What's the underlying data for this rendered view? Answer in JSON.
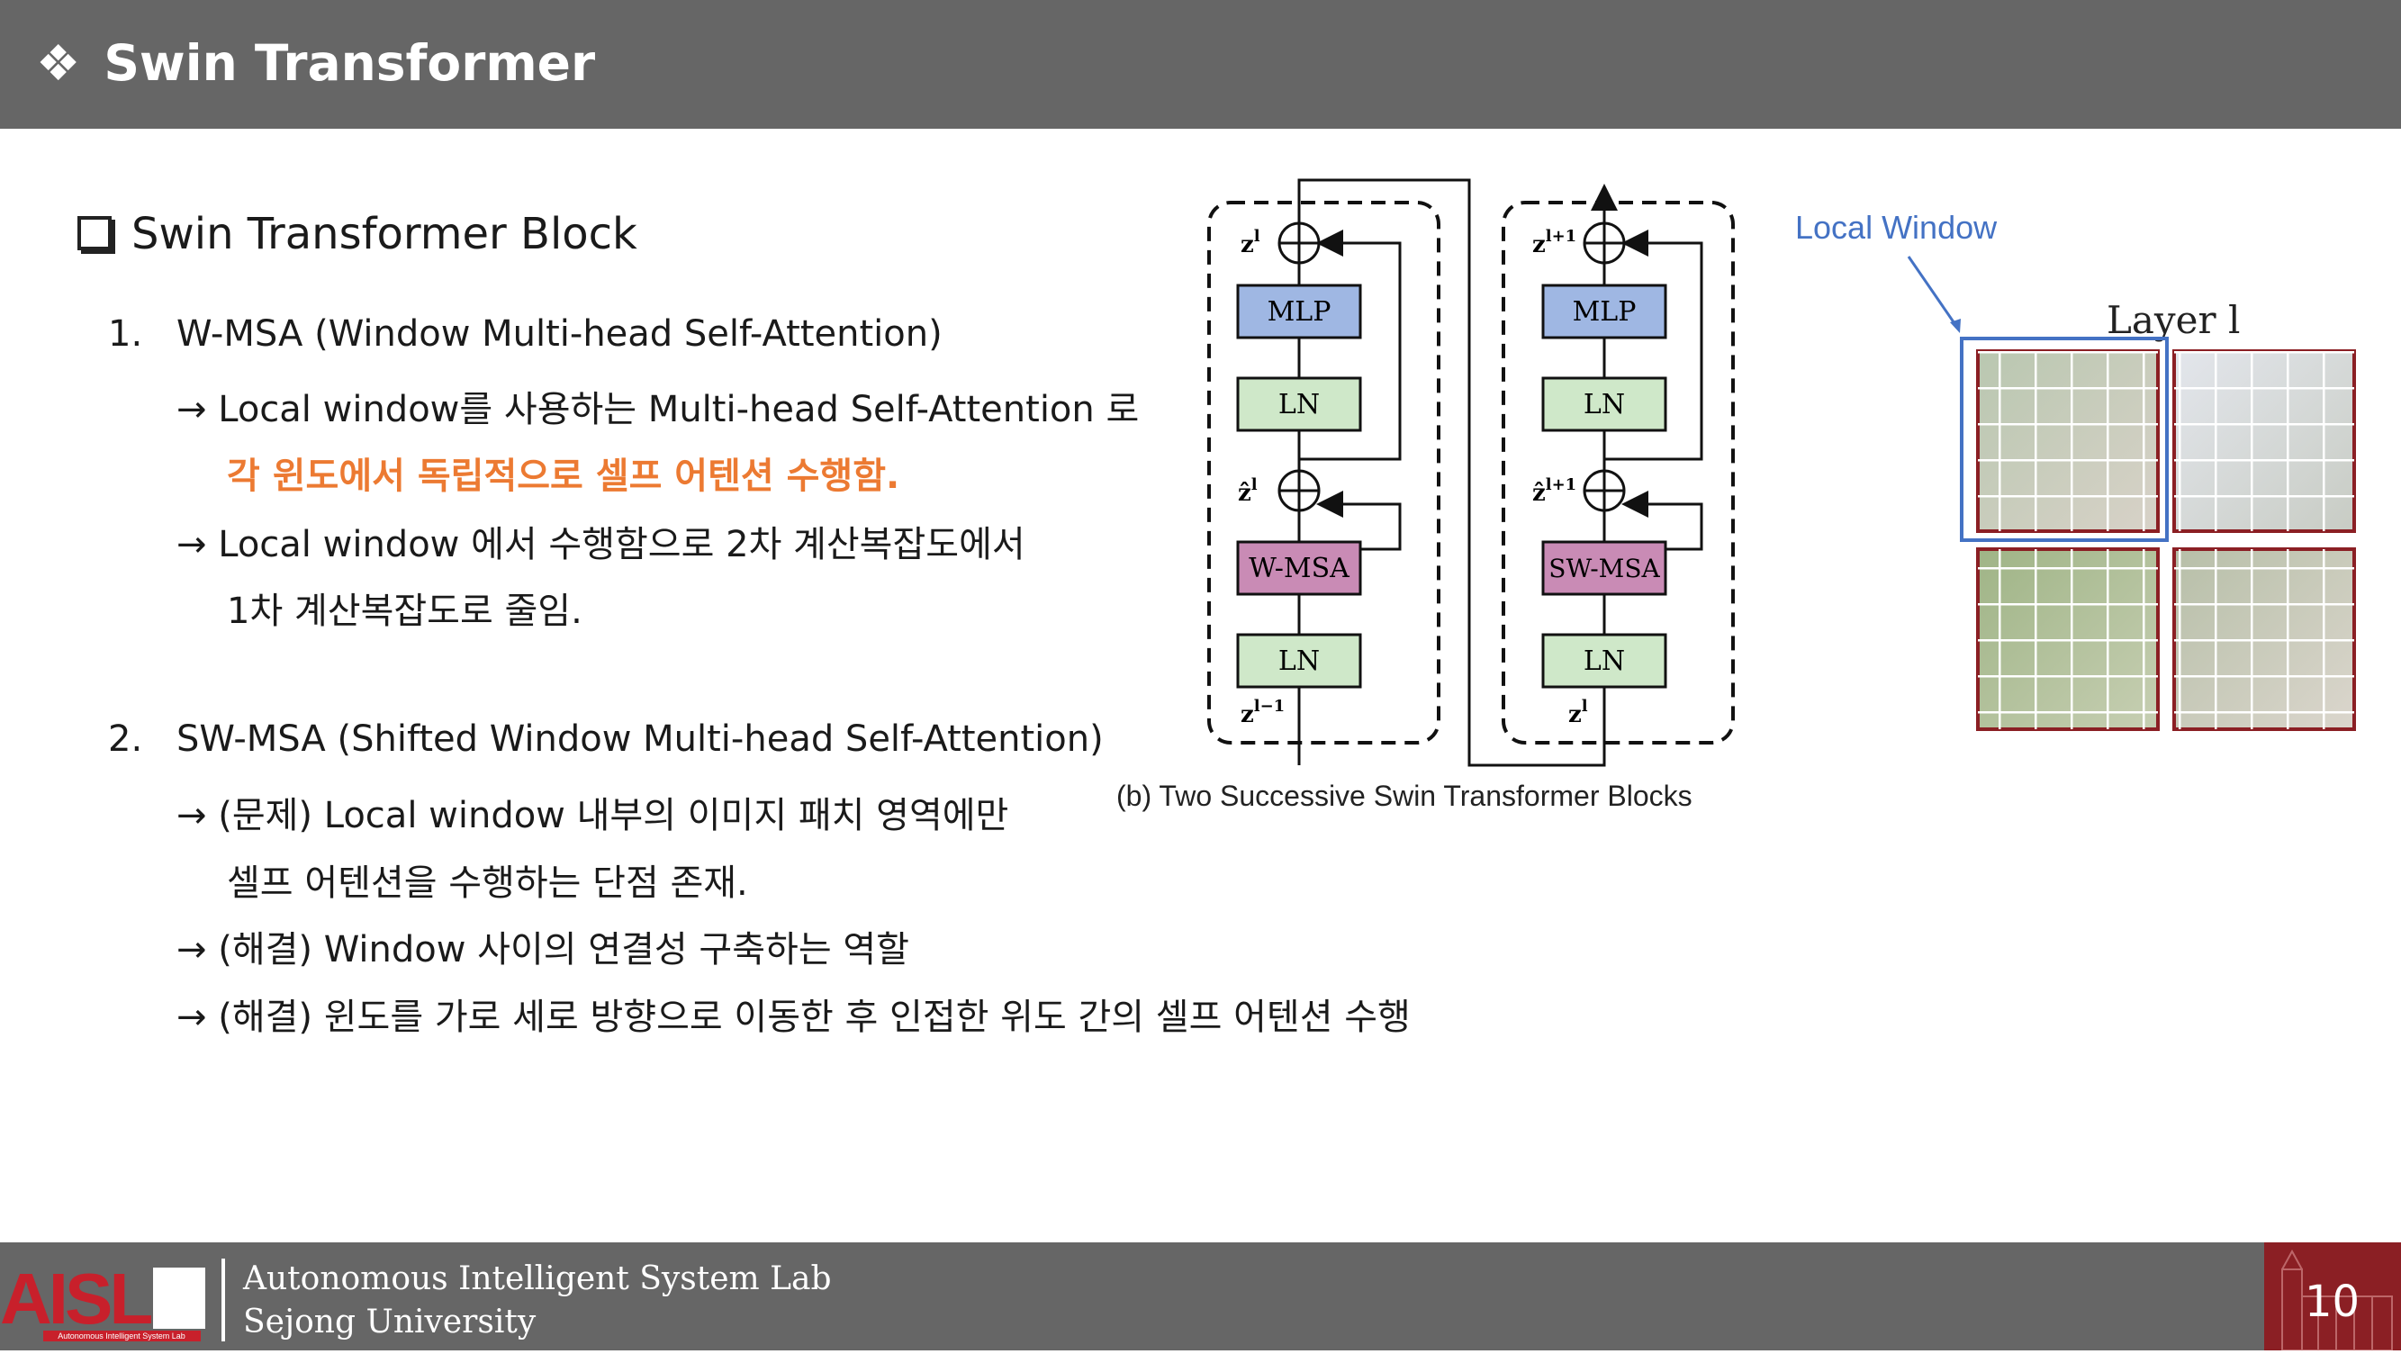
{
  "header": {
    "bullet": "❖",
    "title": "Swin Transformer"
  },
  "section": {
    "title": "Swin Transformer Block"
  },
  "items": [
    {
      "number": "1.",
      "heading": "W-MSA (Window Multi-head Self-Attention)",
      "lines": [
        "→ Local window를 사용하는 Multi-head Self-Attention 로",
        "각 윈도에서 독립적으로 셀프 어텐션 수행함.",
        "→ Local window 에서 수행함으로 2차 계산복잡도에서",
        "1차 계산복잡도로 줄임."
      ]
    },
    {
      "number": "2.",
      "heading": "SW-MSA (Shifted Window Multi-head Self-Attention)",
      "lines": [
        "→ (문제) Local window 내부의 이미지 패치 영역에만",
        "셀프 어텐션을 수행하는 단점 존재.",
        "→ (해결) Window 사이의 연결성 구축하는 역할",
        "→ (해결) 윈도를 가로 세로 방향으로 이동한 후 인접한 위도 간의 셀프 어텐션 수행"
      ]
    }
  ],
  "diagram": {
    "block1": {
      "mlp": "MLP",
      "ln_top": "LN",
      "msa": "W-MSA",
      "ln_bottom": "LN",
      "z_out": "z",
      "z_out_sup": "l",
      "z_hat": "ẑ",
      "z_hat_sup": "l",
      "z_in": "z",
      "z_in_sup": "l−1"
    },
    "block2": {
      "mlp": "MLP",
      "ln_top": "LN",
      "msa": "SW-MSA",
      "ln_bottom": "LN",
      "z_out": "z",
      "z_out_sup": "l+1",
      "z_hat": "ẑ",
      "z_hat_sup": "l+1",
      "z_in": "z",
      "z_in_sup": "l"
    },
    "caption": "(b) Two Successive Swin Transformer Blocks"
  },
  "window_figure": {
    "annotation": "Local Window",
    "layer_label": "Layer l"
  },
  "footer": {
    "logo_text": "AISL",
    "logo_subtext": "Autonomous Intelligent System Lab",
    "lab_line1": "Autonomous Intelligent System Lab",
    "lab_line2": "Sejong University",
    "page_number": "10"
  },
  "colors": {
    "header_bg": "#666666",
    "accent": "#ec7a32",
    "mlp": "#9fb7e3",
    "ln": "#cfe8c9",
    "msa": "#c98bb5",
    "window_blue": "#4472c4",
    "window_red": "#8b1f24"
  }
}
